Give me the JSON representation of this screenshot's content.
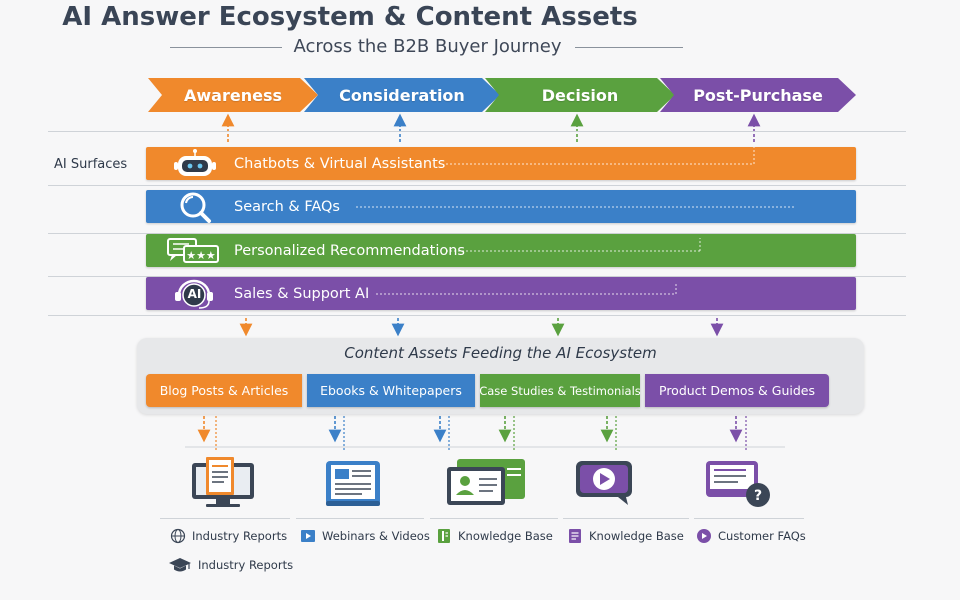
{
  "header": {
    "title": "AI Answer Ecosystem & Content Assets",
    "subtitle": "Across the B2B Buyer Journey"
  },
  "stages": [
    {
      "label": "Awareness",
      "color": "#f0892c"
    },
    {
      "label": "Consideration",
      "color": "#3b80c8"
    },
    {
      "label": "Decision",
      "color": "#5aa13f"
    },
    {
      "label": "Post-Purchase",
      "color": "#7b4fa8"
    }
  ],
  "surfaces": {
    "label": "AI Surfaces",
    "items": [
      {
        "label": "Chatbots & Virtual Assistants",
        "color": "#f0892c",
        "icon": "robot-icon"
      },
      {
        "label": "Search & FAQs",
        "color": "#3b80c8",
        "icon": "magnifier-icon"
      },
      {
        "label": "Personalized Recommendations",
        "color": "#5aa13f",
        "icon": "chat-stars-icon"
      },
      {
        "label": "Sales & Support AI",
        "color": "#7b4fa8",
        "icon": "headset-ai-icon",
        "icon_text": "AI"
      }
    ]
  },
  "assets": {
    "title": "Content Assets Feeding the AI Ecosystem",
    "items": [
      {
        "label": "Blog Posts & Articles",
        "color": "#f0892c"
      },
      {
        "label": "Ebooks & Whitepapers",
        "color": "#3b80c8"
      },
      {
        "label": "Case Studies & Testimonials",
        "color": "#5aa13f"
      },
      {
        "label": "Product Demos & Guides",
        "color": "#7b4fa8"
      }
    ]
  },
  "bottom_icons": [
    {
      "name": "monitor-document-icon",
      "color": "#f0892c"
    },
    {
      "name": "ebook-icon",
      "color": "#3b80c8"
    },
    {
      "name": "profile-card-icon",
      "color": "#5aa13f"
    },
    {
      "name": "video-chat-icon",
      "color": "#7b4fa8"
    },
    {
      "name": "faq-chat-icon",
      "color": "#7b4fa8"
    }
  ],
  "legend": [
    {
      "label": "Industry Reports",
      "icon": "globe-icon"
    },
    {
      "label": "Webinars & Videos",
      "icon": "video-icon"
    },
    {
      "label": "Knowledge Base",
      "icon": "book-icon"
    },
    {
      "label": "Knowledge Base",
      "icon": "document-icon"
    },
    {
      "label": "Customer FAQs",
      "icon": "play-chat-icon"
    },
    {
      "label": "Industry Reports",
      "icon": "graduation-cap-icon"
    }
  ]
}
